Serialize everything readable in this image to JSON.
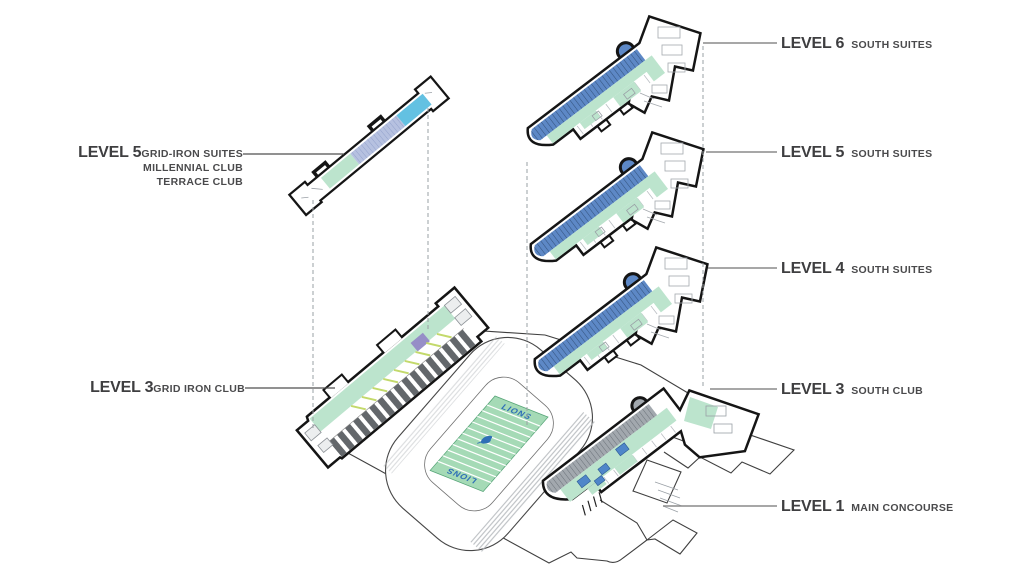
{
  "diagram": {
    "left_labels": [
      {
        "level": "LEVEL 5",
        "lines": [
          "GRID-IRON SUITES",
          "MILLENNIAL CLUB",
          "TERRACE CLUB"
        ]
      },
      {
        "level": "LEVEL 3",
        "lines": [
          "GRID IRON CLUB"
        ]
      }
    ],
    "right_labels": [
      {
        "level": "LEVEL 6",
        "sub": "SOUTH SUITES"
      },
      {
        "level": "LEVEL 5",
        "sub": "SOUTH SUITES"
      },
      {
        "level": "LEVEL 4",
        "sub": "SOUTH SUITES"
      },
      {
        "level": "LEVEL 3",
        "sub": "SOUTH CLUB"
      },
      {
        "level": "LEVEL 1",
        "sub": "MAIN CONCOURSE"
      }
    ],
    "field": {
      "team_top": "LIONS",
      "team_bottom": "LIONS"
    },
    "colors": {
      "suite_blue": "#5d88c6",
      "club_green": "#bce4cd",
      "field_green": "#a5dab6",
      "terrace_cyan": "#63c1e2",
      "millennial_periwinkle": "#b6c1e0",
      "purple": "#968ec7",
      "accent_yellow": "#c3d96b",
      "lions_blue": "#2f6fb7"
    }
  }
}
